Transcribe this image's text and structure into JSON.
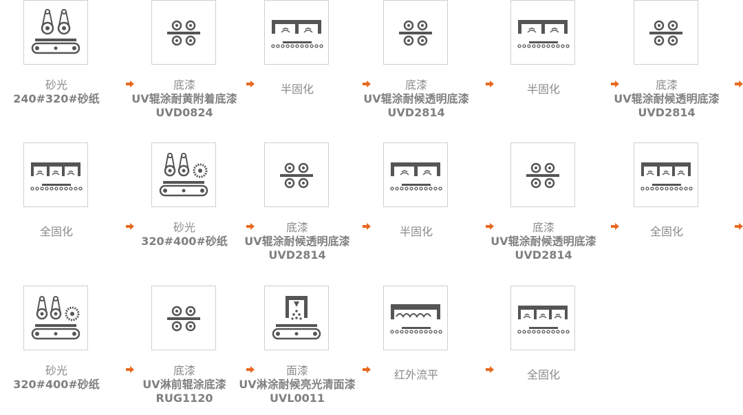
{
  "colors": {
    "icon": "#555555",
    "arrow": "#e8681e",
    "border": "#cfcfcf",
    "text": "#8a8a8a"
  },
  "rows": [
    [
      {
        "icon": "sander-double",
        "name": "砂光",
        "prod": "240#320#砂纸",
        "code": ""
      },
      {
        "icon": "roller",
        "name": "底漆",
        "prod": "UV辊涂耐黄附着底漆",
        "code": "UVD0824"
      },
      {
        "icon": "lamp-2",
        "name": "半固化",
        "prod": "",
        "code": ""
      },
      {
        "icon": "roller",
        "name": "底漆",
        "prod": "UV辊涂耐候透明底漆",
        "code": "UVD2814"
      },
      {
        "icon": "lamp-2",
        "name": "半固化",
        "prod": "",
        "code": ""
      },
      {
        "icon": "roller",
        "name": "底漆",
        "prod": "UV辊涂耐候透明底漆",
        "code": "UVD2814"
      }
    ],
    [
      {
        "icon": "lamp-3",
        "name": "全固化",
        "prod": "",
        "code": ""
      },
      {
        "icon": "sander-brush",
        "name": "砂光",
        "prod": "320#400#砂纸",
        "code": ""
      },
      {
        "icon": "roller",
        "name": "底漆",
        "prod": "UV辊涂耐候透明底漆",
        "code": "UVD2814"
      },
      {
        "icon": "lamp-2",
        "name": "半固化",
        "prod": "",
        "code": ""
      },
      {
        "icon": "roller",
        "name": "底漆",
        "prod": "UV辊涂耐候透明底漆",
        "code": "UVD2814"
      },
      {
        "icon": "lamp-3",
        "name": "全固化",
        "prod": "",
        "code": ""
      }
    ],
    [
      {
        "icon": "sander-brush",
        "name": "砂光",
        "prod": "320#400#砂纸",
        "code": ""
      },
      {
        "icon": "roller",
        "name": "底漆",
        "prod": "UV淋前辊涂底漆",
        "code": "RUG1120"
      },
      {
        "icon": "curtain",
        "name": "面漆",
        "prod": "UV淋涂耐候亮光清面漆",
        "code": "UVL0011"
      },
      {
        "icon": "infrared",
        "name": "红外流平",
        "prod": "",
        "code": ""
      },
      {
        "icon": "lamp-3",
        "name": "全固化",
        "prod": "",
        "code": ""
      }
    ]
  ]
}
